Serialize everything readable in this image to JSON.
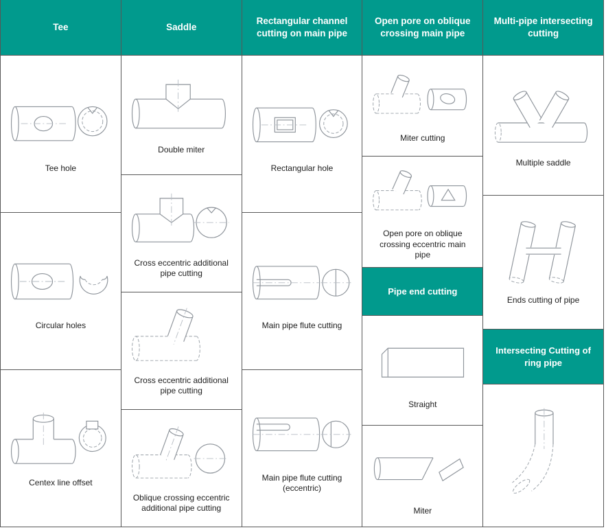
{
  "colors": {
    "header_bg": "#019a8d",
    "header_text": "#ffffff",
    "border": "#575757",
    "drawing_line": "#8d939a",
    "label_text": "#1c1c1c"
  },
  "columns": [
    {
      "header": "Tee",
      "cells": [
        {
          "label": "Tee hole"
        },
        {
          "label": "Circular holes"
        },
        {
          "label": "Centex line offset"
        }
      ]
    },
    {
      "header": "Saddle",
      "cells": [
        {
          "label": "Double miter"
        },
        {
          "label": "Cross eccentric additional pipe cutting"
        },
        {
          "label": "Cross eccentric additional pipe cutting"
        },
        {
          "label": "Oblique crossing eccentric additional pipe cutting"
        }
      ]
    },
    {
      "header": "Rectangular channel cutting on main pipe",
      "cells": [
        {
          "label": "Rectangular hole"
        },
        {
          "label": "Main pipe flute cutting"
        },
        {
          "label": "Main pipe flute cutting (eccentric)"
        }
      ]
    },
    {
      "header": "Open pore on oblique crossing main pipe",
      "cells": [
        {
          "label": "Miter cutting"
        },
        {
          "label": "Open pore on oblique crossing eccentric main pipe"
        },
        {
          "subheader": "Pipe end cutting"
        },
        {
          "label": "Straight"
        },
        {
          "label": "Miter"
        }
      ]
    },
    {
      "header": "Multi-pipe intersecting cutting",
      "cells": [
        {
          "label": "Multiple saddle"
        },
        {
          "label": "Ends cutting of pipe"
        },
        {
          "subheader": "Intersecting Cutting of ring pipe"
        },
        {
          "label": ""
        }
      ]
    }
  ]
}
